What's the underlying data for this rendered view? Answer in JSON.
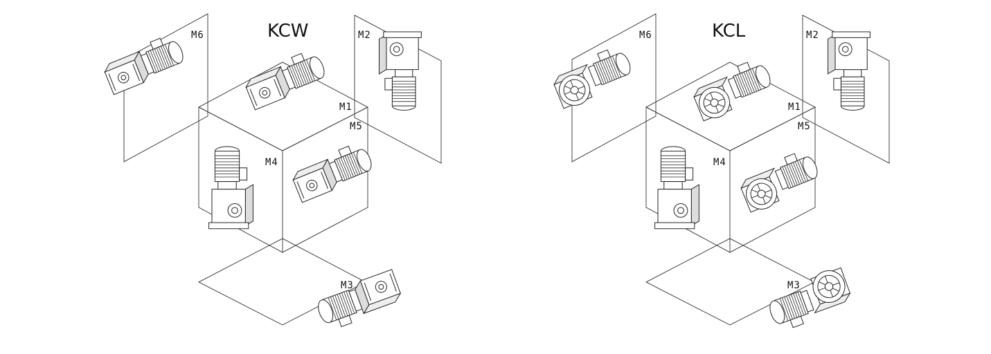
{
  "diagrams": [
    {
      "title": "KCW",
      "labels": {
        "m6": "M6",
        "m2": "M2",
        "m1": "M1",
        "m5": "M5",
        "m4": "M4",
        "m3": "M3"
      }
    },
    {
      "title": "KCL",
      "labels": {
        "m6": "M6",
        "m2": "M2",
        "m1": "M1",
        "m5": "M5",
        "m4": "M4",
        "m3": "M3"
      }
    }
  ]
}
